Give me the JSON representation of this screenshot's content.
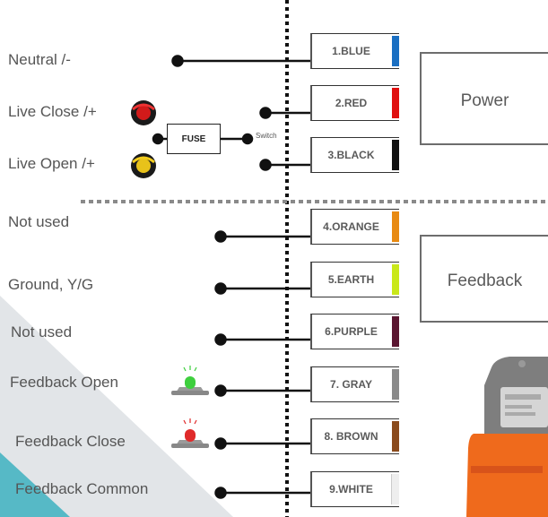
{
  "left_labels": {
    "neutral": "Neutral /-",
    "live_close": "Live Close /+",
    "live_open": "Live Open /+",
    "not_used_1": "Not used",
    "ground": "Ground, Y/G",
    "not_used_2": "Not used",
    "feedback_open": "Feedback Open",
    "feedback_close": "Feedback Close",
    "feedback_common": "Feedback Common"
  },
  "fuse_label": "FUSE",
  "switch_label": "Switch",
  "terminals": [
    {
      "label": "1.BLUE",
      "color": "#1a6fc2"
    },
    {
      "label": "2.RED",
      "color": "#e01010"
    },
    {
      "label": "3.BLACK",
      "color": "#111111"
    },
    {
      "label": "4.ORANGE",
      "color": "#e88a12"
    },
    {
      "label": "5.EARTH",
      "color": "#c9e81a"
    },
    {
      "label": "6.PURPLE",
      "color": "#5a1530"
    },
    {
      "label": "7. GRAY",
      "color": "#8a8a8a"
    },
    {
      "label": "8. BROWN",
      "color": "#8a4a1c"
    },
    {
      "label": "9.WHITE",
      "color": "#eeeeee"
    }
  ],
  "group_boxes": {
    "power": "Power",
    "feedback": "Feedback"
  },
  "colors": {
    "teal_corner": "#56b9c6",
    "gray_corner": "#e2e5e8",
    "actuator_orange": "#ef6a1c",
    "actuator_gray": "#7e7e7e"
  },
  "icons": {
    "live_close": "red-indicator-icon",
    "live_open": "yellow-indicator-icon",
    "feedback_open": "green-signal-light-icon",
    "feedback_close": "red-signal-light-icon"
  }
}
